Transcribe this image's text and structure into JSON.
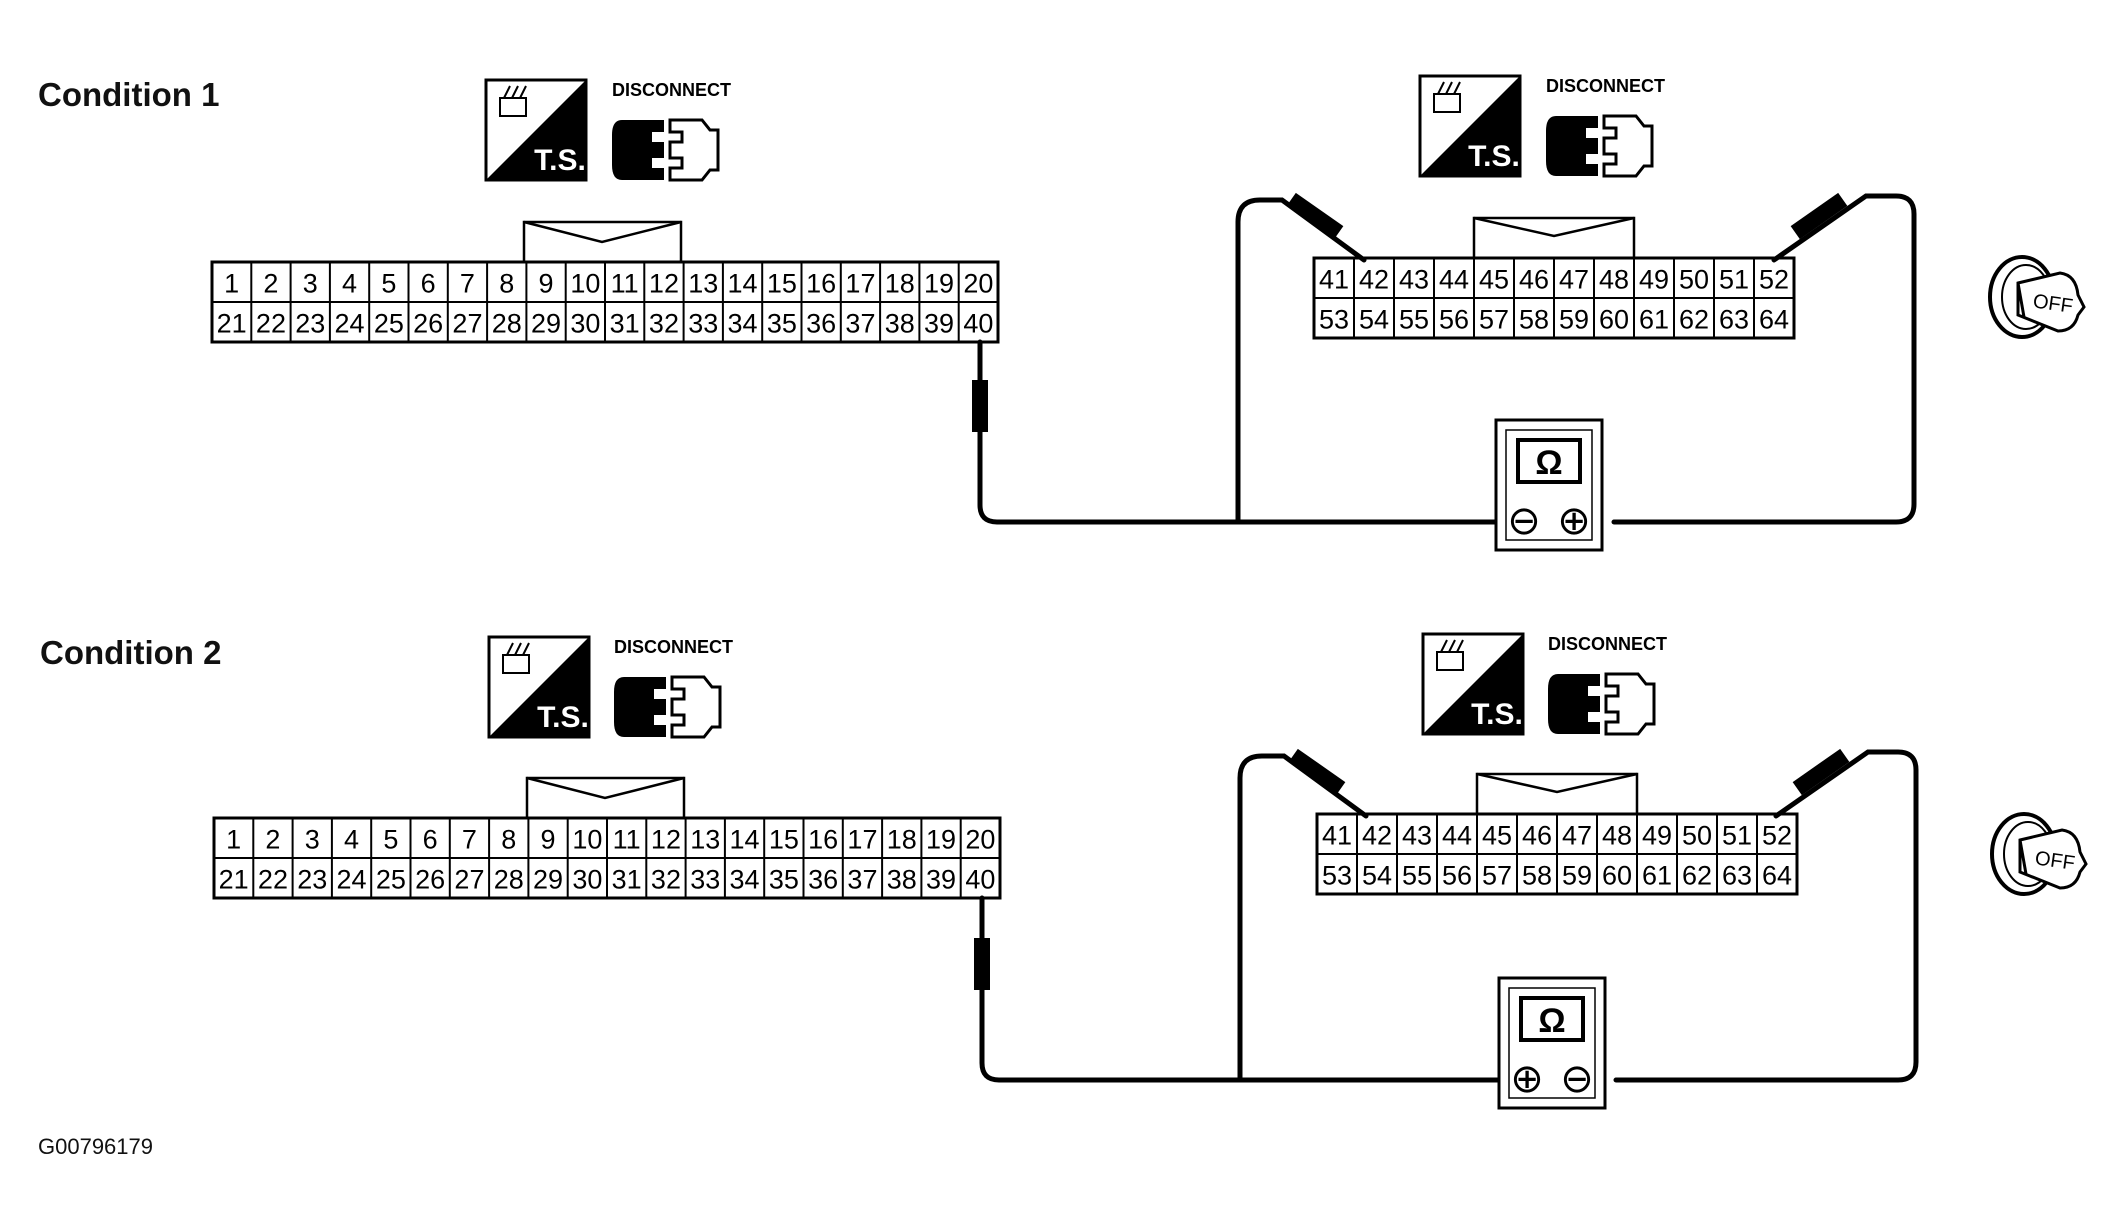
{
  "figure": {
    "conditions": [
      {
        "title": "Condition 1",
        "disconnect_label": "DISCONNECT",
        "ts_label": "T.S.",
        "meter_symbol": "Ω",
        "meter_terminals": [
          "⊖",
          "⊕"
        ],
        "ignition_label": "OFF"
      },
      {
        "title": "Condition 2",
        "disconnect_label": "DISCONNECT",
        "ts_label": "T.S.",
        "meter_symbol": "Ω",
        "meter_terminals": [
          "⊕",
          "⊖"
        ],
        "ignition_label": "OFF"
      }
    ],
    "connector_a": {
      "top_row": [
        "1",
        "2",
        "3",
        "4",
        "5",
        "6",
        "7",
        "8",
        "9",
        "10",
        "11",
        "12",
        "13",
        "14",
        "15",
        "16",
        "17",
        "18",
        "19",
        "20"
      ],
      "bottom_row": [
        "21",
        "22",
        "23",
        "24",
        "25",
        "26",
        "27",
        "28",
        "29",
        "30",
        "31",
        "32",
        "33",
        "34",
        "35",
        "36",
        "37",
        "38",
        "39",
        "40"
      ]
    },
    "connector_b": {
      "top_row": [
        "41",
        "42",
        "43",
        "44",
        "45",
        "46",
        "47",
        "48",
        "49",
        "50",
        "51",
        "52"
      ],
      "bottom_row": [
        "53",
        "54",
        "55",
        "56",
        "57",
        "58",
        "59",
        "60",
        "61",
        "62",
        "63",
        "64"
      ]
    },
    "icons": [
      "connector-ts-icon",
      "disconnect-connector-icon",
      "ohmmeter-icon",
      "ignition-key-off-icon"
    ],
    "figure_id": "G00796179"
  }
}
